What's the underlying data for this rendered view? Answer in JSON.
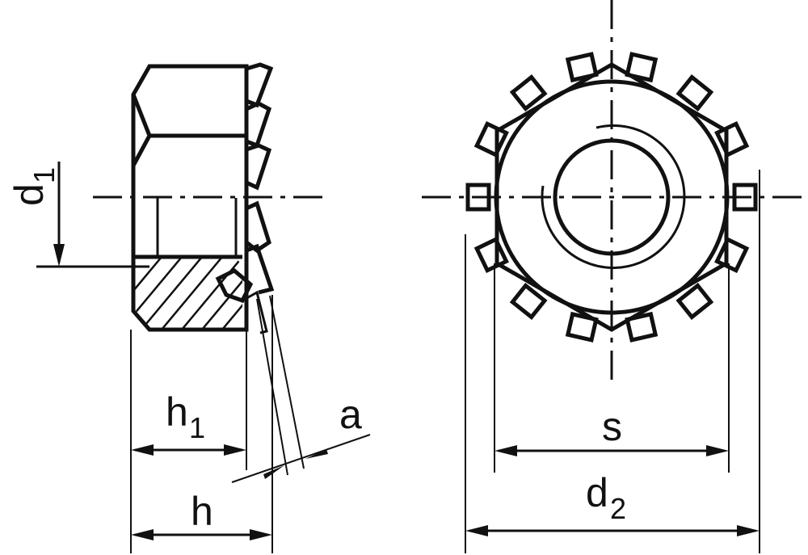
{
  "labels": {
    "d1": {
      "main": "d",
      "sub": "1"
    },
    "h1": {
      "main": "h",
      "sub": "1"
    },
    "h": {
      "main": "h"
    },
    "a": {
      "main": "a"
    },
    "s": {
      "main": "s"
    },
    "d2": {
      "main": "d",
      "sub": "2"
    }
  }
}
